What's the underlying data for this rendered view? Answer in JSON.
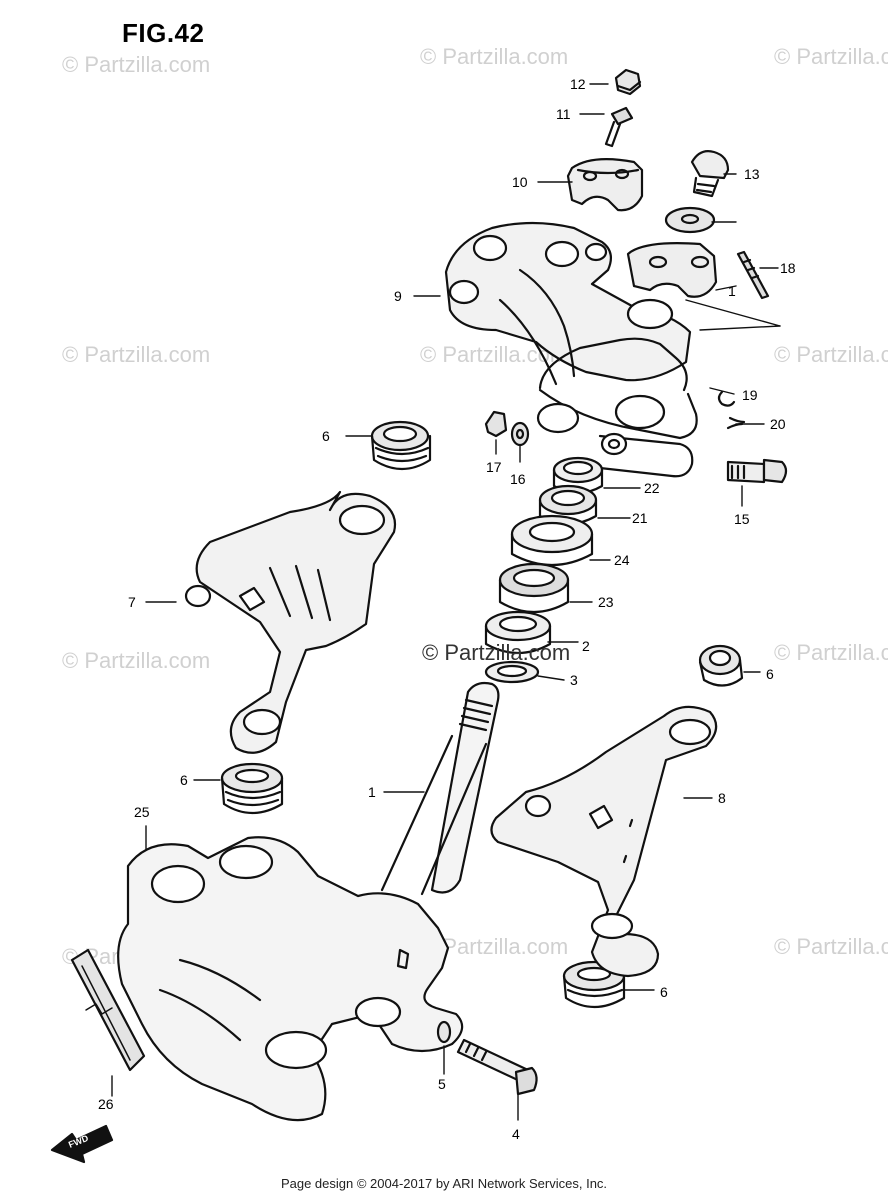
{
  "figure": {
    "title": "FIG.42"
  },
  "watermark": {
    "text": "© Partzilla.com",
    "center_text": "© Partzilla.com"
  },
  "footer": {
    "text": "Page design © 2004-2017 by ARI Network Services, Inc."
  },
  "fwd_label": "FWD",
  "callouts": [
    {
      "id": "c1",
      "label": "1"
    },
    {
      "id": "c1b",
      "label": "1"
    },
    {
      "id": "c2",
      "label": "2"
    },
    {
      "id": "c3",
      "label": "3"
    },
    {
      "id": "c4",
      "label": "4"
    },
    {
      "id": "c5",
      "label": "5"
    },
    {
      "id": "c6a",
      "label": "6"
    },
    {
      "id": "c6b",
      "label": "6"
    },
    {
      "id": "c6c",
      "label": "6"
    },
    {
      "id": "c6d",
      "label": "6"
    },
    {
      "id": "c7",
      "label": "7"
    },
    {
      "id": "c8",
      "label": "8"
    },
    {
      "id": "c9",
      "label": "9"
    },
    {
      "id": "c10",
      "label": "10"
    },
    {
      "id": "c11",
      "label": "11"
    },
    {
      "id": "c12",
      "label": "12"
    },
    {
      "id": "c13",
      "label": "13"
    },
    {
      "id": "c15",
      "label": "15"
    },
    {
      "id": "c16",
      "label": "16"
    },
    {
      "id": "c17",
      "label": "17"
    },
    {
      "id": "c18",
      "label": "18"
    },
    {
      "id": "c19",
      "label": "19"
    },
    {
      "id": "c20",
      "label": "20"
    },
    {
      "id": "c21",
      "label": "21"
    },
    {
      "id": "c22",
      "label": "22"
    },
    {
      "id": "c23",
      "label": "23"
    },
    {
      "id": "c24",
      "label": "24"
    },
    {
      "id": "c25",
      "label": "25"
    },
    {
      "id": "c26",
      "label": "26"
    }
  ]
}
